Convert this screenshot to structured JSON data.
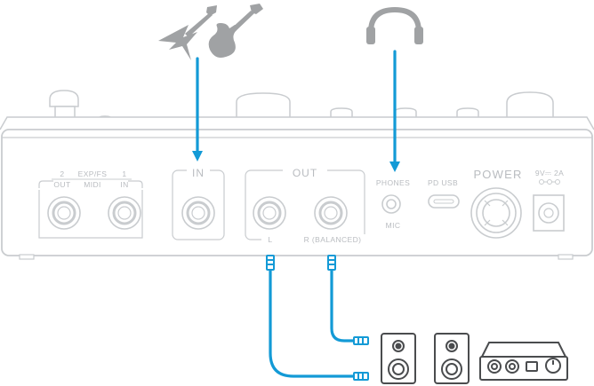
{
  "panel": {
    "exp_top_left": "2",
    "exp_top_mid": "EXP/FS",
    "exp_top_right": "1",
    "exp_bot_left": "OUT",
    "exp_bot_mid": "MIDI",
    "exp_bot_right": "IN",
    "in_label": "IN",
    "out_label": "OUT",
    "phones_label": "PHONES",
    "mic_label": "MIC",
    "usb_label": "PD USB",
    "power_label": "POWER",
    "power_spec": "9V⎓ 2A",
    "out_left_label": "L",
    "out_right_label": "R (BALANCED)"
  },
  "icons": [
    "flying-v-guitar-icon",
    "electric-guitar-icon",
    "headphones-icon",
    "monitor-speaker-icon",
    "monitor-speaker-icon",
    "audio-interface-icon"
  ],
  "colors": {
    "cable": "#139ad6",
    "outline": "#c9cccf",
    "icon": "#9a9c9e",
    "label": "#b9bcc0"
  }
}
